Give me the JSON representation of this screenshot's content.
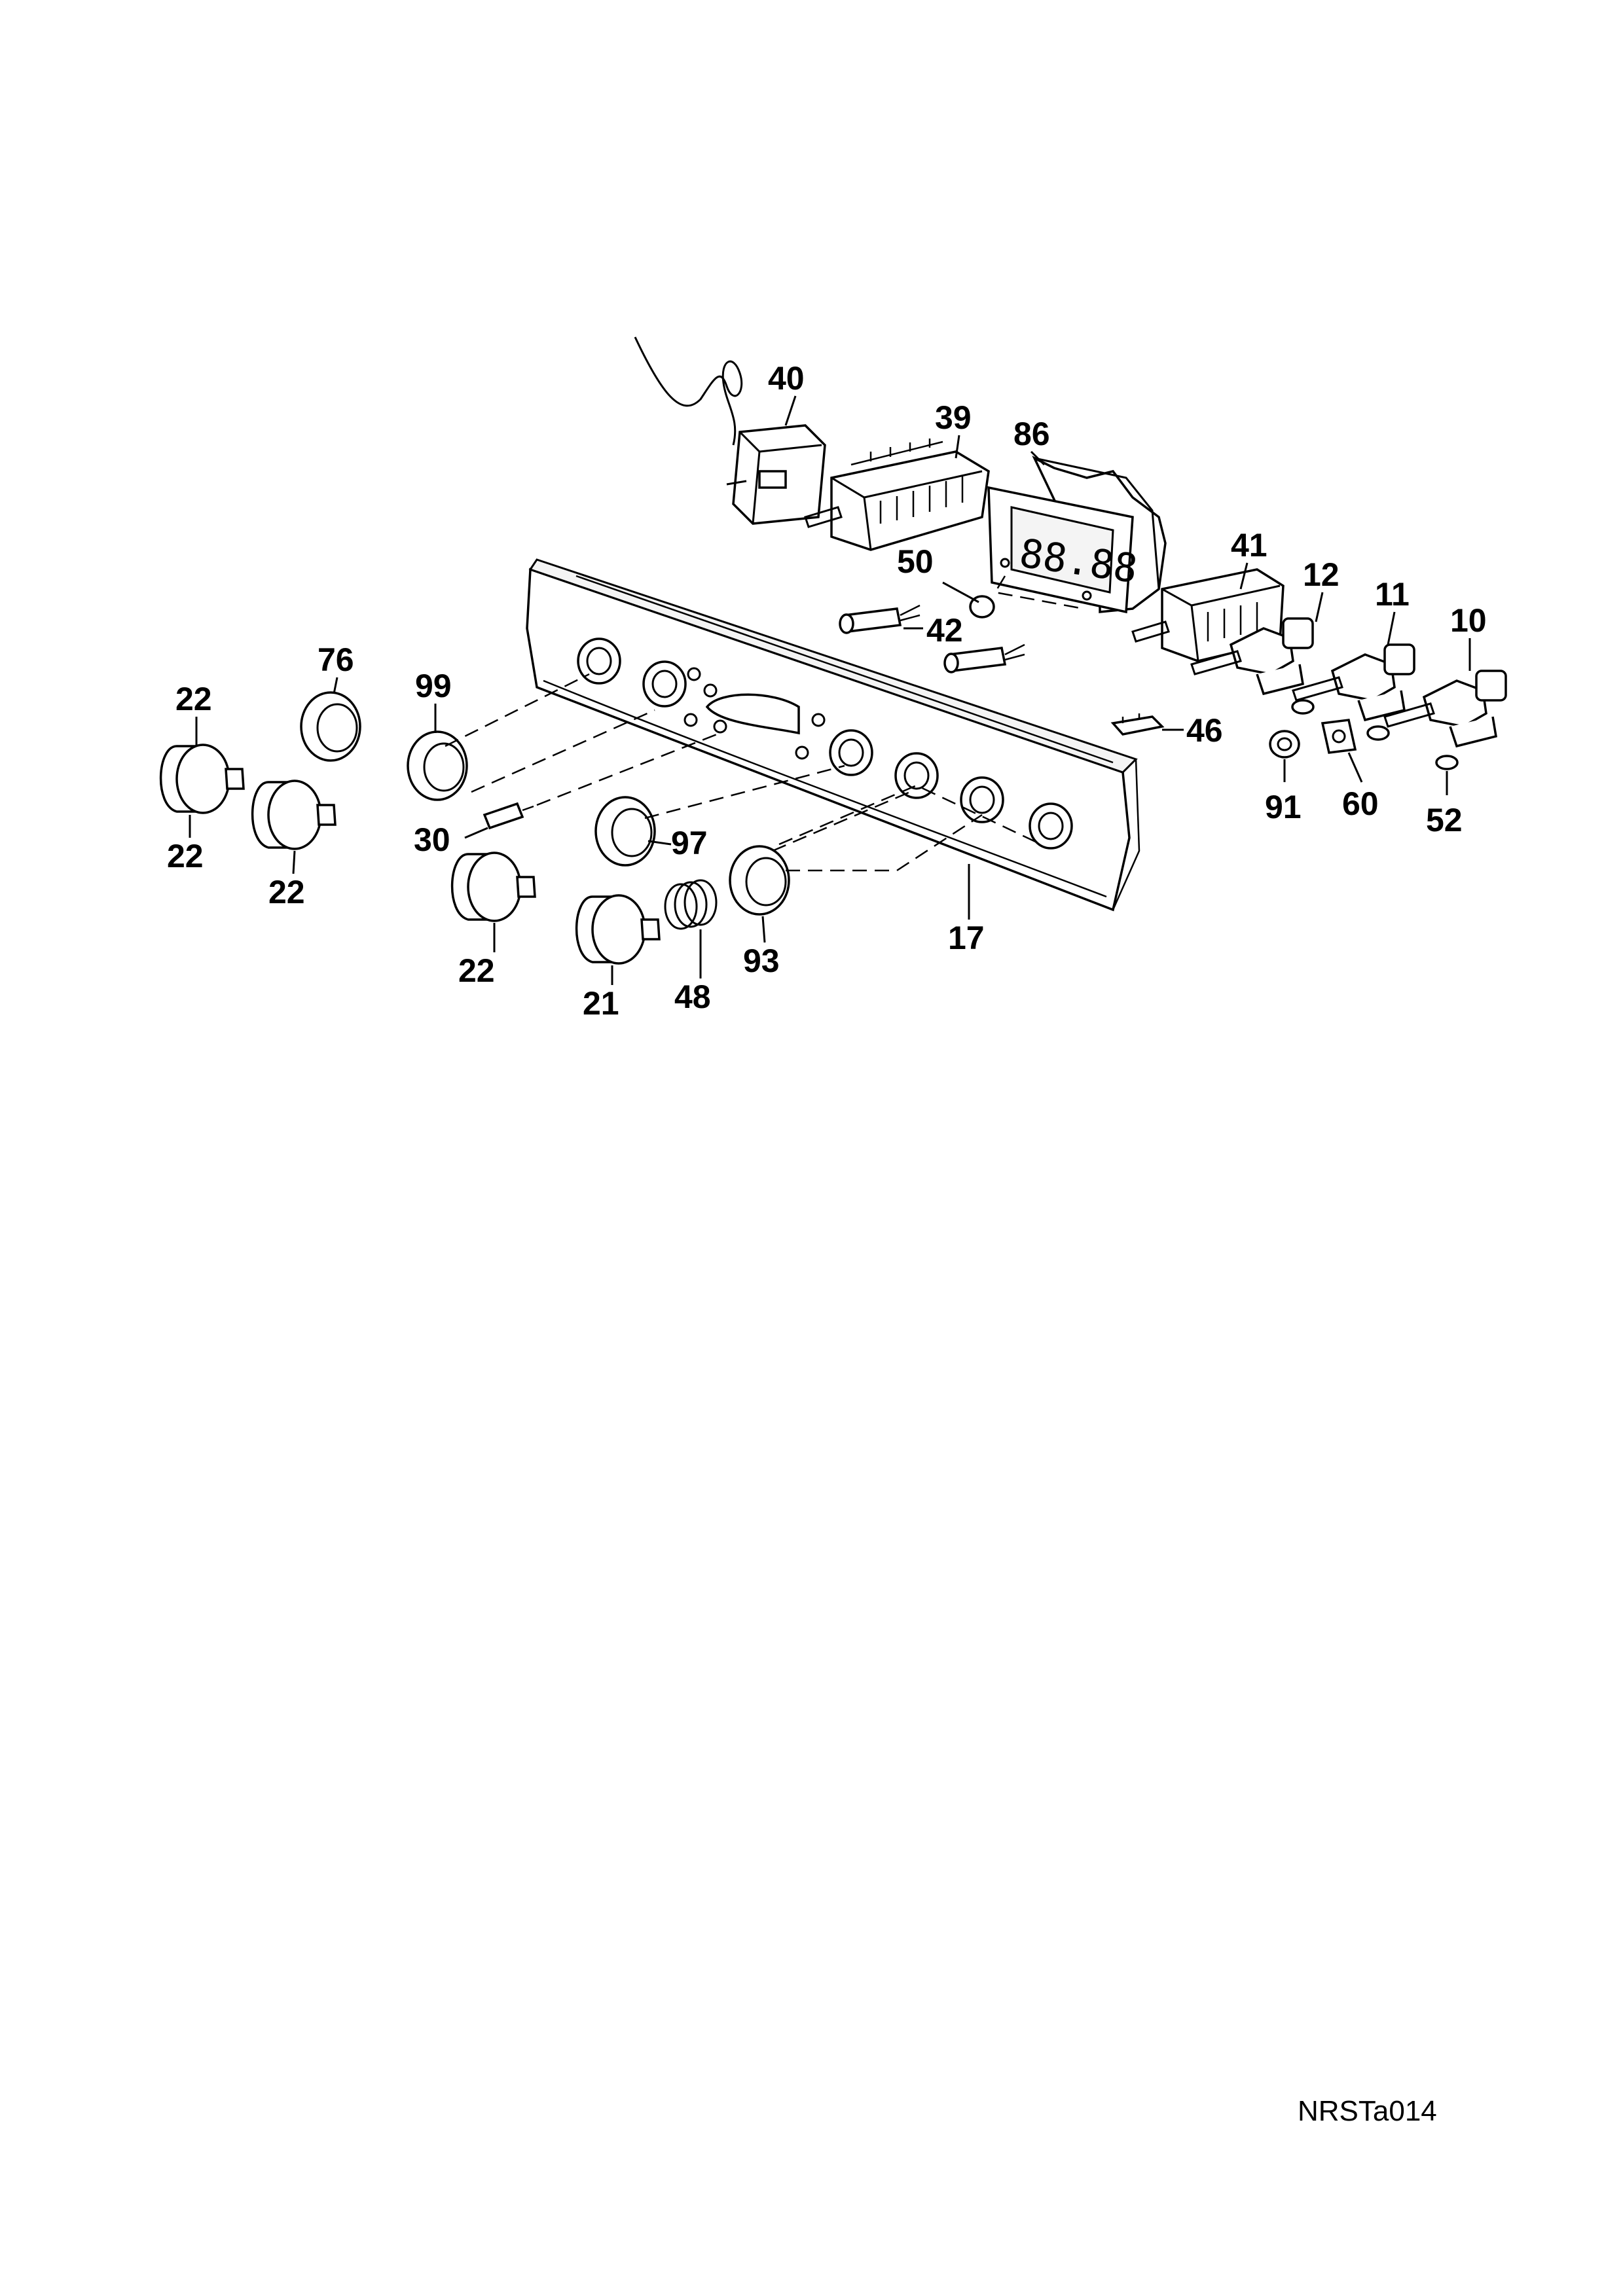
{
  "reference_code": "NRSTa014",
  "display_readout": "88.88",
  "callouts": {
    "c40": "40",
    "c39": "39",
    "c86": "86",
    "c41": "41",
    "c12": "12",
    "c11": "11",
    "c10": "10",
    "c50": "50",
    "c42": "42",
    "c46": "46",
    "c91": "91",
    "c60": "60",
    "c52": "52",
    "c76": "76",
    "c99": "99",
    "c22a": "22",
    "c22b": "22",
    "c22c": "22",
    "c22d": "22",
    "c30": "30",
    "c97": "97",
    "c17": "17",
    "c93": "93",
    "c48": "48",
    "c21": "21"
  }
}
